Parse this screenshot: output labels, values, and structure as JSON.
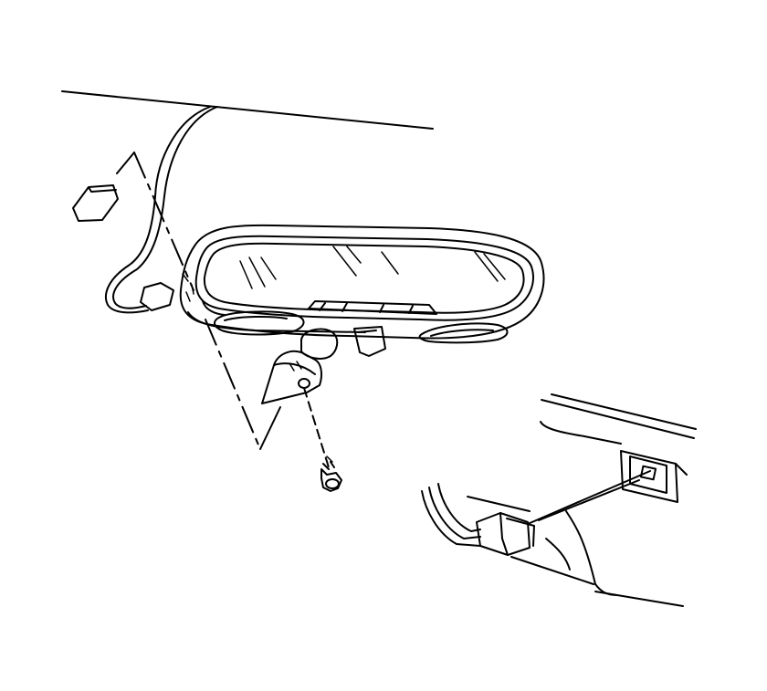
{
  "figure": {
    "background_color": "#ffffff",
    "line_color": "#000000",
    "parts": [
      {
        "id": "windshield-edge",
        "icon": "roof-line"
      },
      {
        "id": "mount-button",
        "icon": "windshield-button"
      },
      {
        "id": "mirror-assembly",
        "icon": "rearview-mirror"
      },
      {
        "id": "mirror-glass",
        "icon": "mirror-glass"
      },
      {
        "id": "mirror-lamps",
        "icon": "map-lamp"
      },
      {
        "id": "mirror-wire-harness",
        "icon": "wire-harness"
      },
      {
        "id": "mount-bracket",
        "icon": "mount-bracket"
      },
      {
        "id": "set-screw",
        "icon": "screw"
      },
      {
        "id": "electrical-connector",
        "icon": "electrical-connector"
      },
      {
        "id": "headliner-panel",
        "icon": "headliner-panel"
      }
    ]
  }
}
